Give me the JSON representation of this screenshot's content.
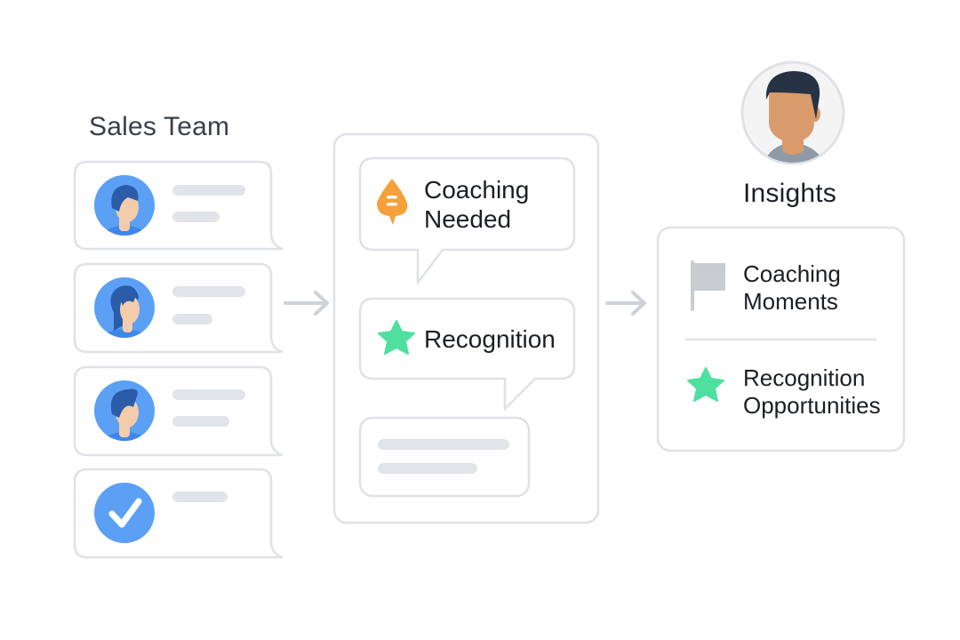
{
  "sales_team": {
    "title": "Sales Team",
    "members": [
      {
        "avatar": "male-avatar",
        "lines": 2
      },
      {
        "avatar": "female-avatar",
        "lines": 2
      },
      {
        "avatar": "male-avatar-2",
        "lines": 2
      },
      {
        "avatar": "checkmark",
        "lines": 1
      }
    ]
  },
  "analysis": {
    "items": [
      {
        "icon": "coaching-bubble-icon",
        "label": "Coaching Needed",
        "label_line1": "Coaching",
        "label_line2": "Needed"
      },
      {
        "icon": "star-icon",
        "label": "Recognition"
      }
    ]
  },
  "insights": {
    "title": "Insights",
    "items": [
      {
        "icon": "flag-icon",
        "label_line1": "Coaching",
        "label_line2": "Moments"
      },
      {
        "icon": "star-icon",
        "label_line1": "Recognition",
        "label_line2": "Opportunities"
      }
    ]
  },
  "colors": {
    "avatar_blue": "#5ba0f5",
    "hair_blue": "#2a5ca8",
    "skin": "#f2ccab",
    "coaching_orange": "#f5a03a",
    "recognition_green": "#4fe0a0",
    "border_gray": "#dfe2e6",
    "placeholder_gray": "#e1e4e8"
  }
}
